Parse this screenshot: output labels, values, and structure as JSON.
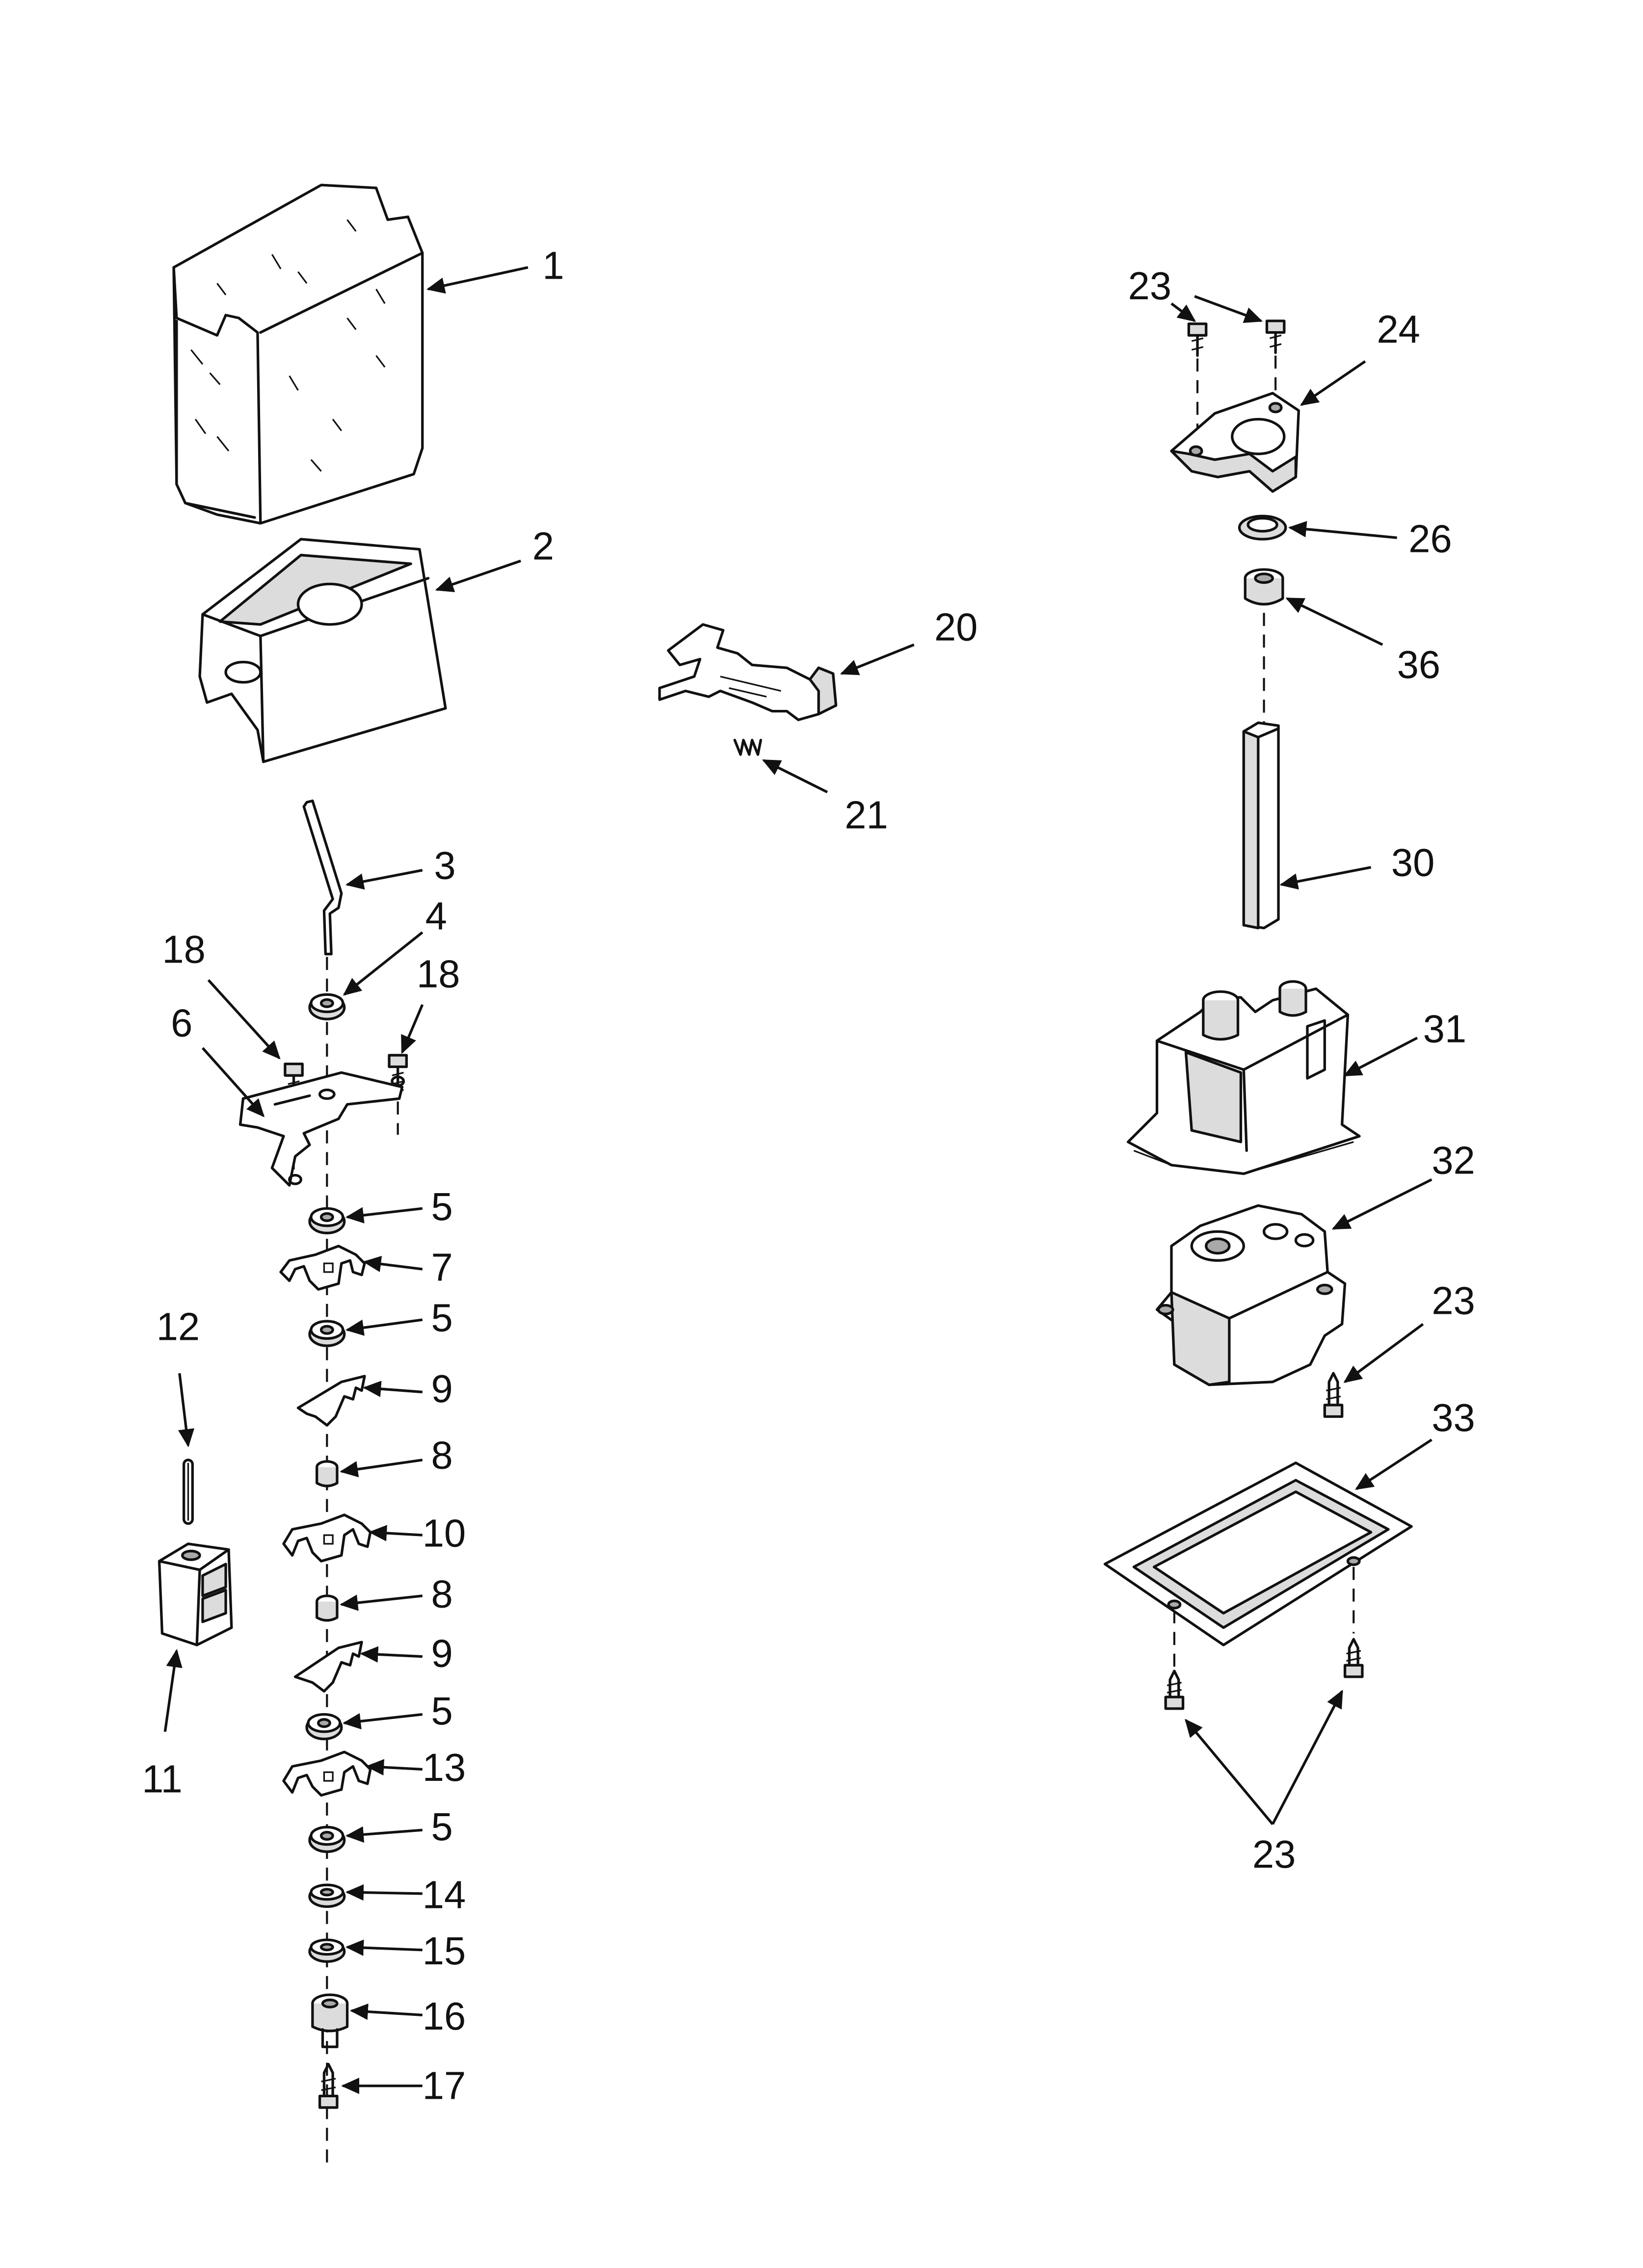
{
  "diagram": {
    "labels": {
      "p1": "1",
      "p2": "2",
      "p3": "3",
      "p4": "4",
      "p5a": "5",
      "p5b": "5",
      "p5c": "5",
      "p5d": "5",
      "p6": "6",
      "p7": "7",
      "p8a": "8",
      "p8b": "8",
      "p9a": "9",
      "p9b": "9",
      "p10": "10",
      "p11": "11",
      "p12": "12",
      "p13": "13",
      "p14": "14",
      "p15": "15",
      "p16": "16",
      "p17": "17",
      "p18a": "18",
      "p18b": "18",
      "p20": "20",
      "p21": "21",
      "p23a": "23",
      "p23b": "23",
      "p23c": "23",
      "p24": "24",
      "p26": "26",
      "p30": "30",
      "p31": "31",
      "p32": "32",
      "p33": "33",
      "p36": "36"
    },
    "colors": {
      "line": "#111111",
      "shade": "#d8d8d8",
      "dark": "#9a9a9a",
      "background": "#ffffff"
    }
  }
}
